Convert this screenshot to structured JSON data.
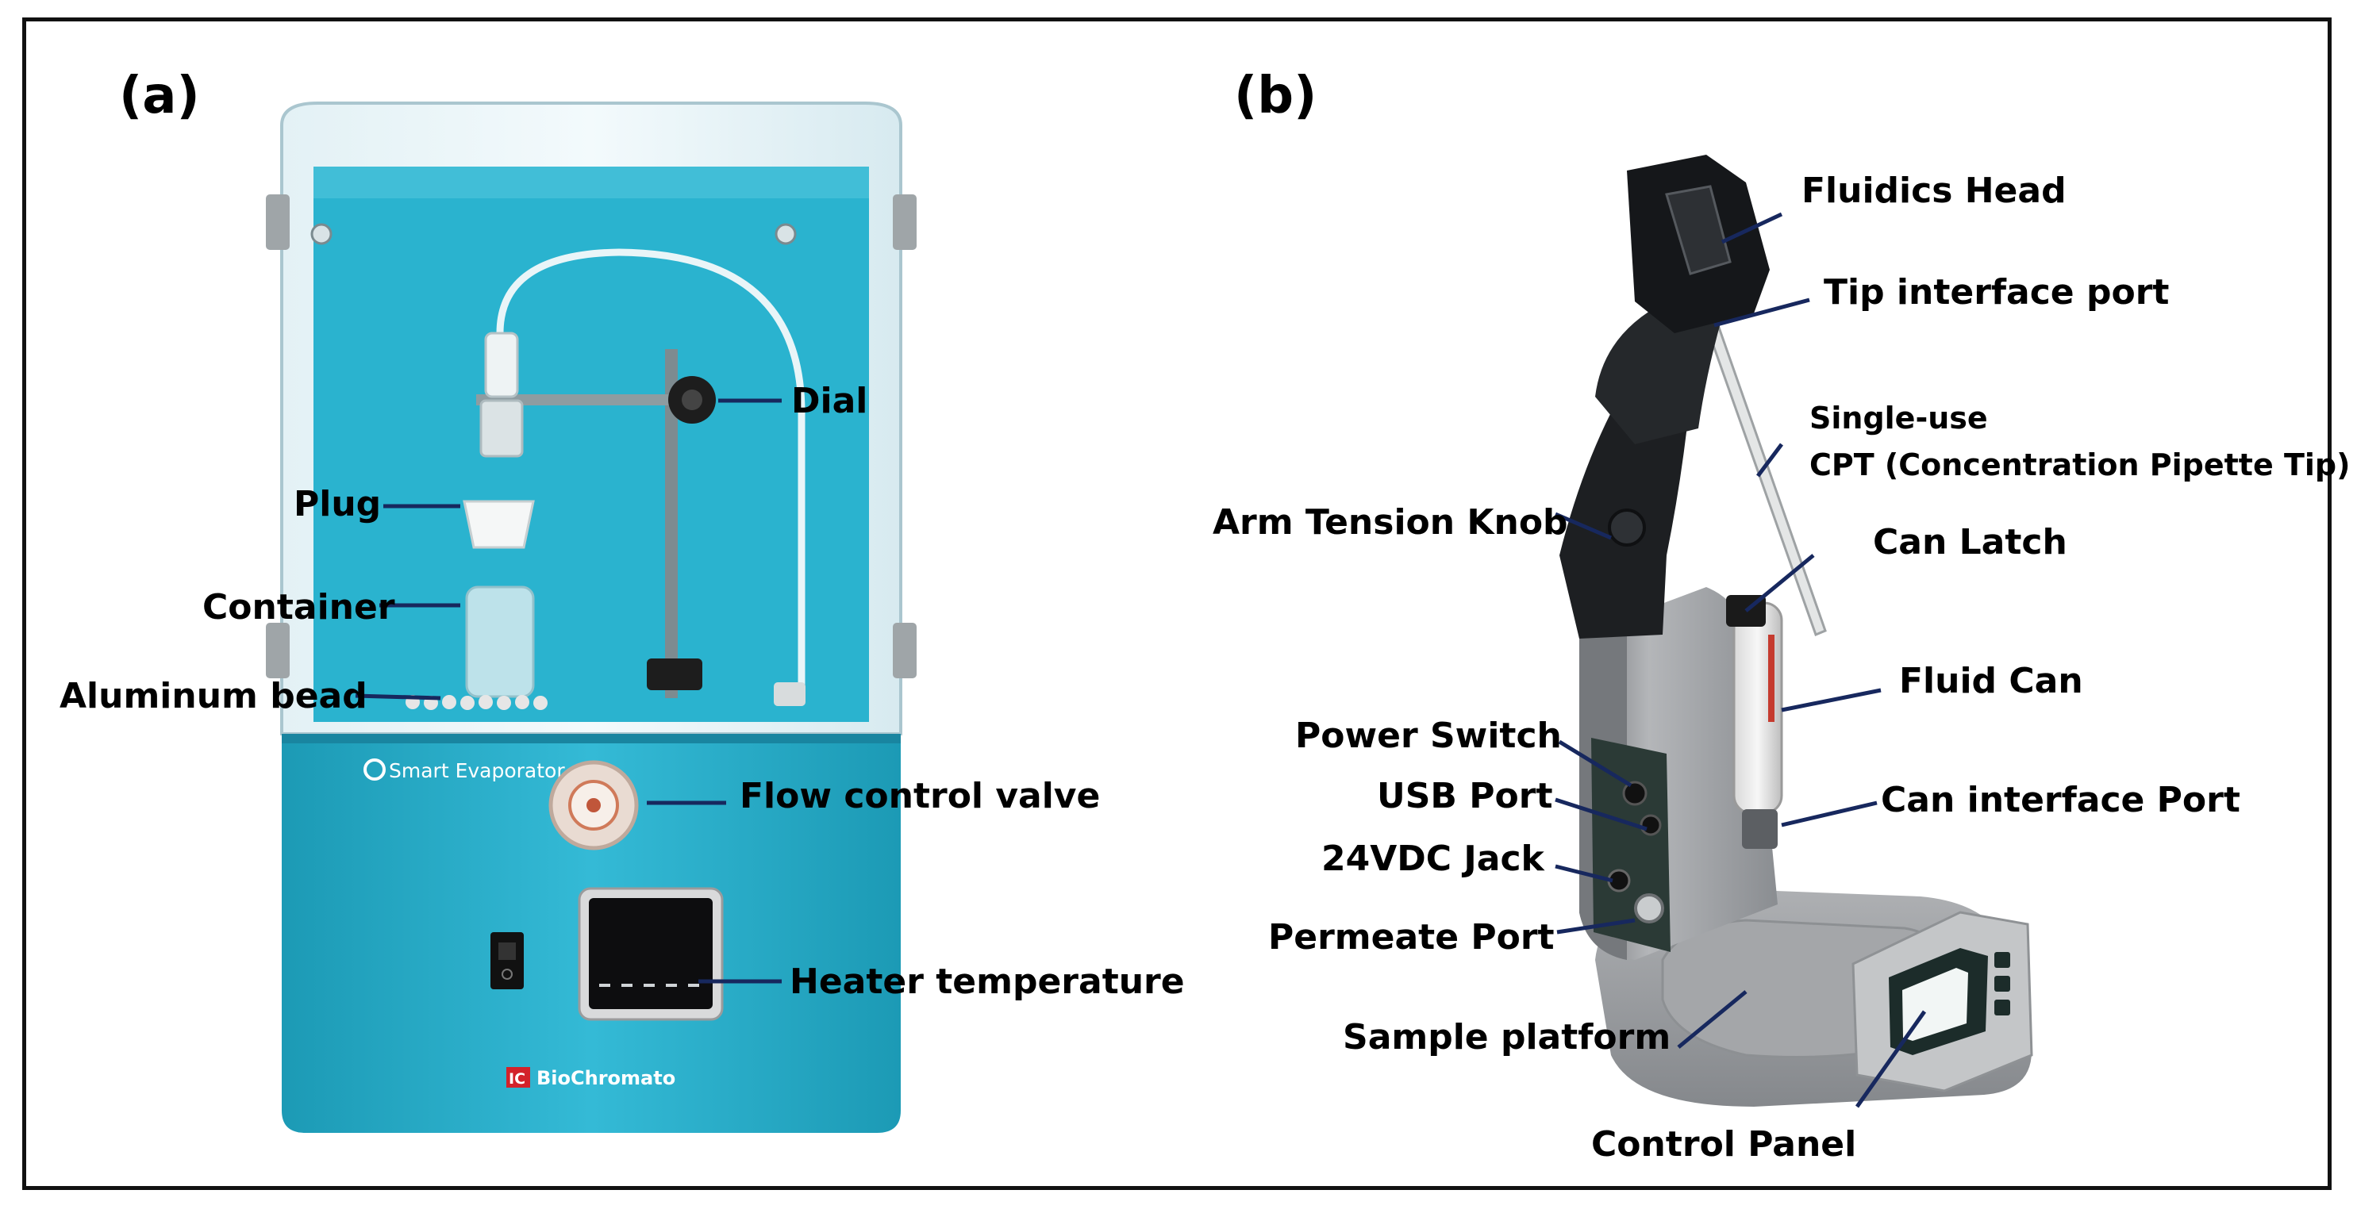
{
  "panels": {
    "a": {
      "label": "(a)"
    },
    "b": {
      "label": "(b)"
    }
  },
  "device_a": {
    "brand_text": "Smart Evaporator",
    "maker_text": "BioChromato",
    "maker_badge": "IC",
    "colors": {
      "body": "#2ab3cf",
      "body_dark": "#1e97b3",
      "cover": "#d6edf3"
    },
    "labels": {
      "dial": "Dial",
      "plug": "Plug",
      "container": "Container",
      "aluminum_bead": "Aluminum bead",
      "flow_control_valve": "Flow control valve",
      "heater_temperature": "Heater temperature"
    }
  },
  "device_b": {
    "colors": {
      "body": "#9ea0a3",
      "arm": "#1d1f22"
    },
    "labels": {
      "fluidics_head": "Fluidics Head",
      "tip_interface_port": "Tip interface port",
      "cpt_line1": "Single-use",
      "cpt_line2": "CPT (Concentration Pipette Tip)",
      "arm_tension_knob": "Arm Tension Knob",
      "can_latch": "Can Latch",
      "fluid_can": "Fluid Can",
      "power_switch": "Power Switch",
      "usb_port": "USB Port",
      "jack_24vdc": "24VDC Jack",
      "can_interface_port": "Can interface Port",
      "permeate_port": "Permeate Port",
      "sample_platform": "Sample platform",
      "control_panel": "Control Panel"
    }
  }
}
